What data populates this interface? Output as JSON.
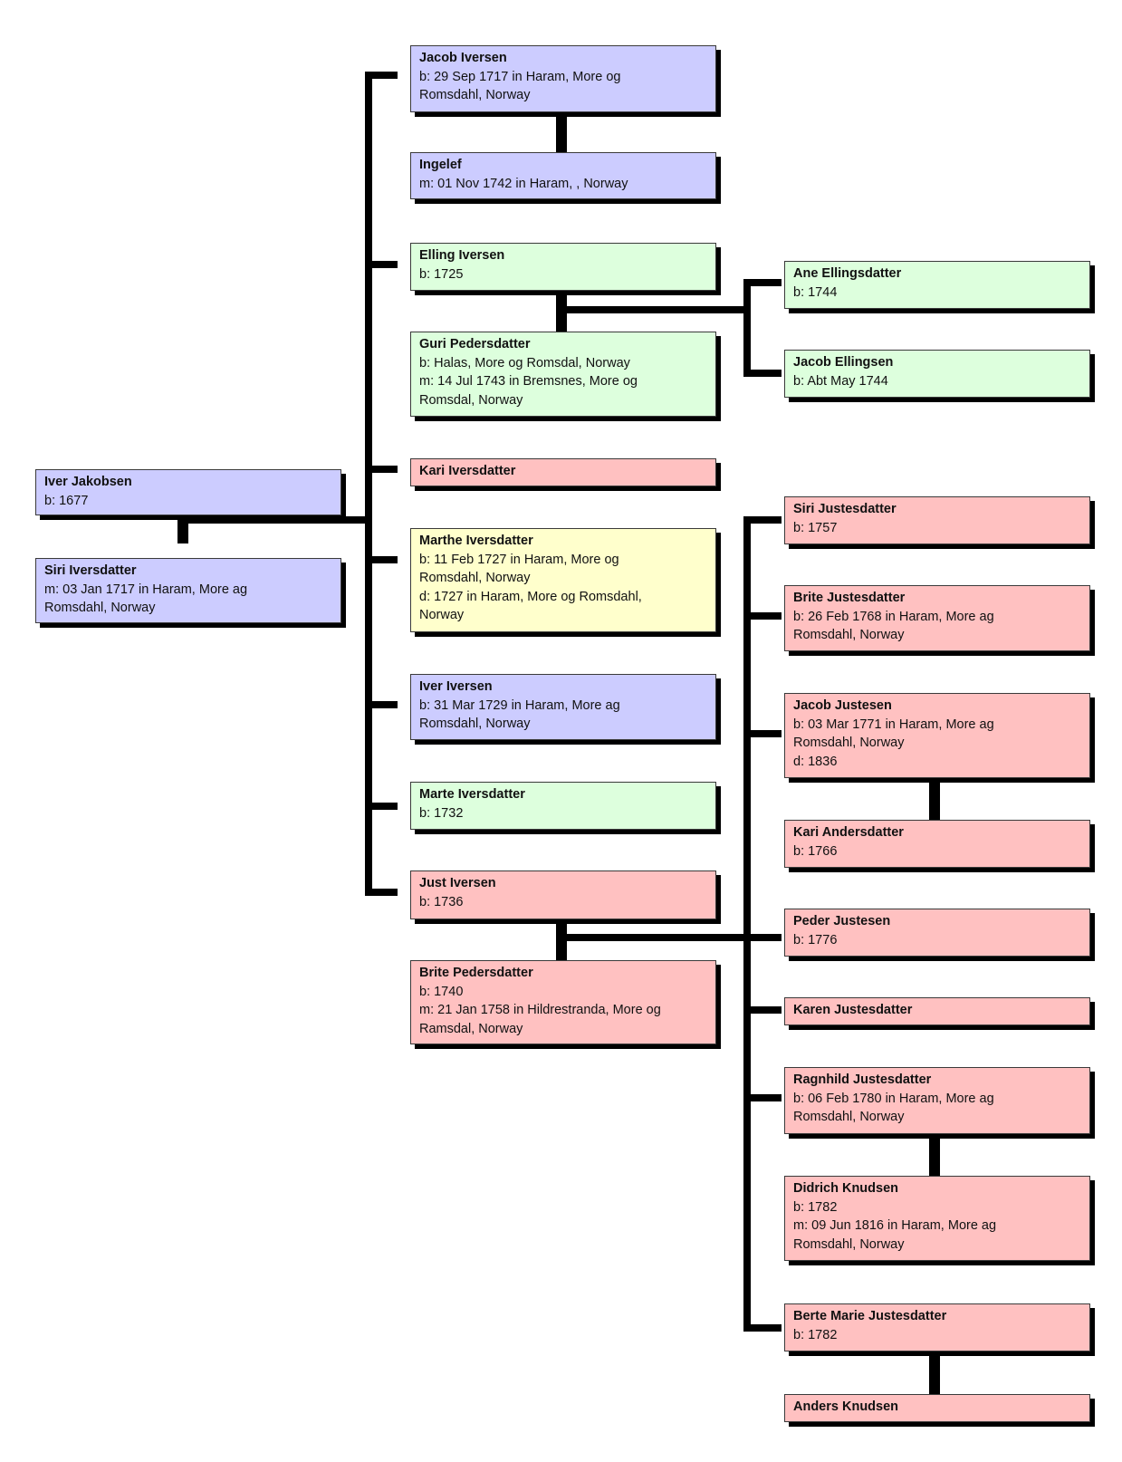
{
  "colors": {
    "blue": "#ccccff",
    "green": "#ddffdd",
    "red": "#ffc1c1",
    "yellow": "#ffffcc",
    "connector": "#000000"
  },
  "people": {
    "iver_jakobsen": {
      "name": "Iver Jakobsen",
      "lines": [
        "b: 1677"
      ]
    },
    "siri_iversdatter": {
      "name": "Siri Iversdatter",
      "lines": [
        "m: 03 Jan 1717 in Haram, More ag",
        "Romsdahl, Norway"
      ]
    },
    "jacob_iversen": {
      "name": "Jacob Iversen",
      "lines": [
        "b: 29 Sep 1717 in Haram, More og",
        "Romsdahl, Norway"
      ]
    },
    "ingelef": {
      "name": "Ingelef",
      "lines": [
        "m: 01 Nov 1742 in Haram, , Norway"
      ]
    },
    "elling_iversen": {
      "name": "Elling Iversen",
      "lines": [
        "b: 1725"
      ]
    },
    "guri_pedersdatter": {
      "name": "Guri Pedersdatter",
      "lines": [
        "b: Halas, More og Romsdal, Norway",
        "m: 14 Jul 1743 in Bremsnes, More og",
        "Romsdal, Norway"
      ]
    },
    "kari_iversdatter": {
      "name": "Kari Iversdatter",
      "lines": []
    },
    "marthe_iversdatter": {
      "name": "Marthe Iversdatter",
      "lines": [
        "b: 11 Feb 1727 in Haram, More og",
        "Romsdahl, Norway",
        "d: 1727 in Haram, More og Romsdahl,",
        "Norway"
      ]
    },
    "iver_iversen": {
      "name": "Iver Iversen",
      "lines": [
        "b: 31 Mar 1729 in Haram, More ag",
        "Romsdahl, Norway"
      ]
    },
    "marte_iversdatter": {
      "name": "Marte Iversdatter",
      "lines": [
        "b: 1732"
      ]
    },
    "just_iversen": {
      "name": "Just Iversen",
      "lines": [
        "b: 1736"
      ]
    },
    "brite_pedersdatter": {
      "name": "Brite Pedersdatter",
      "lines": [
        "b: 1740",
        "m: 21 Jan 1758 in Hildrestranda, More og",
        "Ramsdal, Norway"
      ]
    },
    "ane_ellingsdatter": {
      "name": "Ane Ellingsdatter",
      "lines": [
        "b: 1744"
      ]
    },
    "jacob_ellingsen": {
      "name": "Jacob Ellingsen",
      "lines": [
        "b: Abt May 1744"
      ]
    },
    "siri_justesdatter": {
      "name": "Siri Justesdatter",
      "lines": [
        "b: 1757"
      ]
    },
    "brite_justesdatter": {
      "name": "Brite Justesdatter",
      "lines": [
        "b: 26 Feb 1768 in Haram, More ag",
        "Romsdahl, Norway"
      ]
    },
    "jacob_justesen": {
      "name": "Jacob Justesen",
      "lines": [
        "b: 03 Mar 1771 in Haram, More ag",
        "Romsdahl, Norway",
        "d: 1836"
      ]
    },
    "kari_andersdatter": {
      "name": "Kari Andersdatter",
      "lines": [
        "b: 1766"
      ]
    },
    "peder_justesen": {
      "name": "Peder Justesen",
      "lines": [
        "b: 1776"
      ]
    },
    "karen_justesdatter": {
      "name": "Karen Justesdatter",
      "lines": []
    },
    "ragnhild_justesdatter": {
      "name": "Ragnhild Justesdatter",
      "lines": [
        "b: 06 Feb 1780 in Haram, More ag",
        "Romsdahl, Norway"
      ]
    },
    "didrich_knudsen": {
      "name": "Didrich Knudsen",
      "lines": [
        "b: 1782",
        "m: 09 Jun 1816 in Haram, More ag",
        "Romsdahl, Norway"
      ]
    },
    "berte_marie_justesdatter": {
      "name": "Berte Marie Justesdatter",
      "lines": [
        "b: 1782"
      ]
    },
    "anders_knudsen": {
      "name": "Anders Knudsen",
      "lines": []
    }
  }
}
